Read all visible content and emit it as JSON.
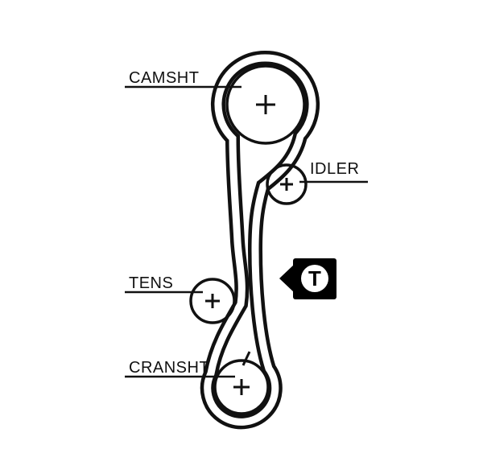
{
  "colors": {
    "background": "#ffffff",
    "line": "#111111",
    "marker_background": "#000000",
    "marker_circle": "#ffffff"
  },
  "diagram": {
    "labels": {
      "camshaft": "CAMSHT",
      "idler": "IDLER",
      "tensioner": "TENS",
      "crankshaft": "CRANSHT"
    },
    "tension_marker": {
      "letter": "T"
    }
  }
}
